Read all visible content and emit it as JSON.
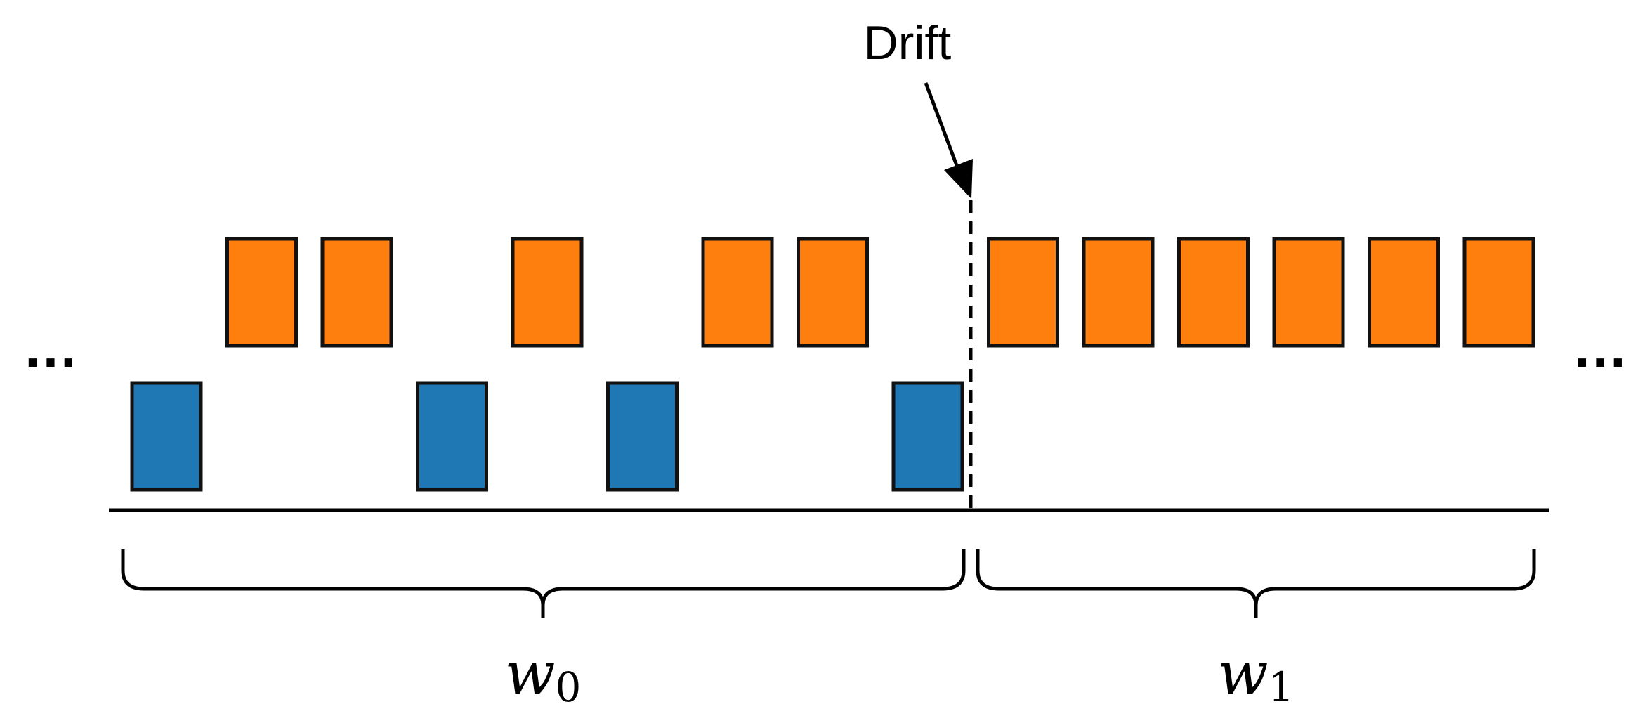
{
  "drift": {
    "label": "Drift"
  },
  "ellipsis": {
    "left": "…",
    "right": "…"
  },
  "windows": [
    {
      "name": "w",
      "subscript": "0"
    },
    {
      "name": "w",
      "subscript": "1"
    }
  ],
  "colors": {
    "orange_class": "#ff7f0e",
    "blue_class": "#1f77b4",
    "stroke": "#111111"
  },
  "sequence": {
    "window_0": [
      "blue",
      "orange",
      "orange",
      "blue",
      "orange",
      "blue",
      "orange",
      "orange",
      "blue"
    ],
    "window_1": [
      "orange",
      "orange",
      "orange",
      "orange",
      "orange",
      "orange"
    ]
  }
}
